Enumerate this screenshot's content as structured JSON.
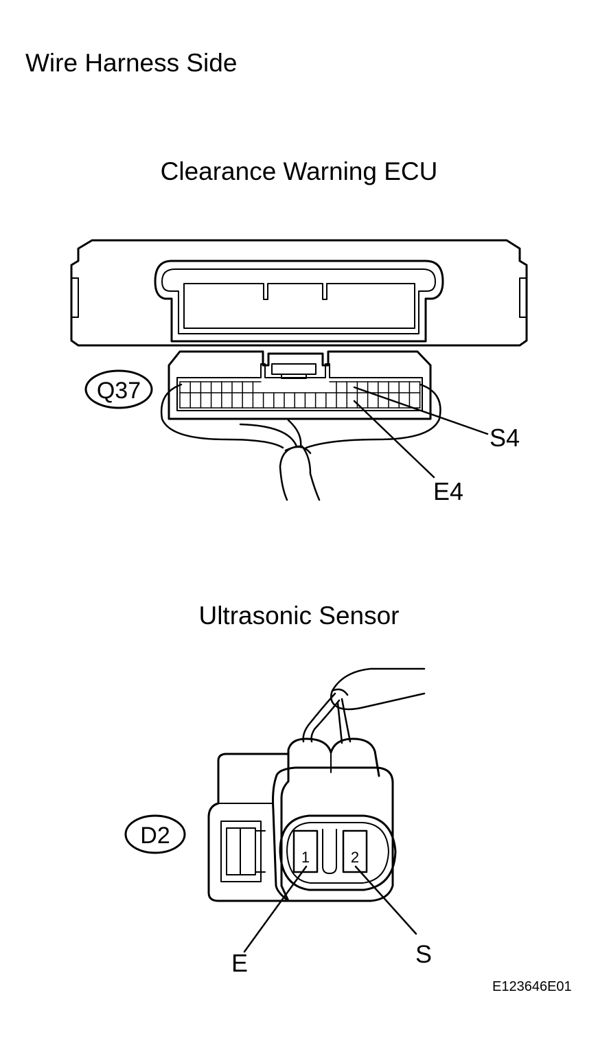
{
  "page_title": "Wire Harness Side",
  "ecu": {
    "title": "Clearance Warning ECU",
    "connector_code": "Q37",
    "terminals": [
      "S4",
      "E4"
    ]
  },
  "sensor": {
    "title": "Ultrasonic Sensor",
    "connector_code": "D2",
    "pins": [
      "1",
      "2"
    ],
    "terminals": [
      "E",
      "S"
    ]
  },
  "image_code": "E123646E01"
}
